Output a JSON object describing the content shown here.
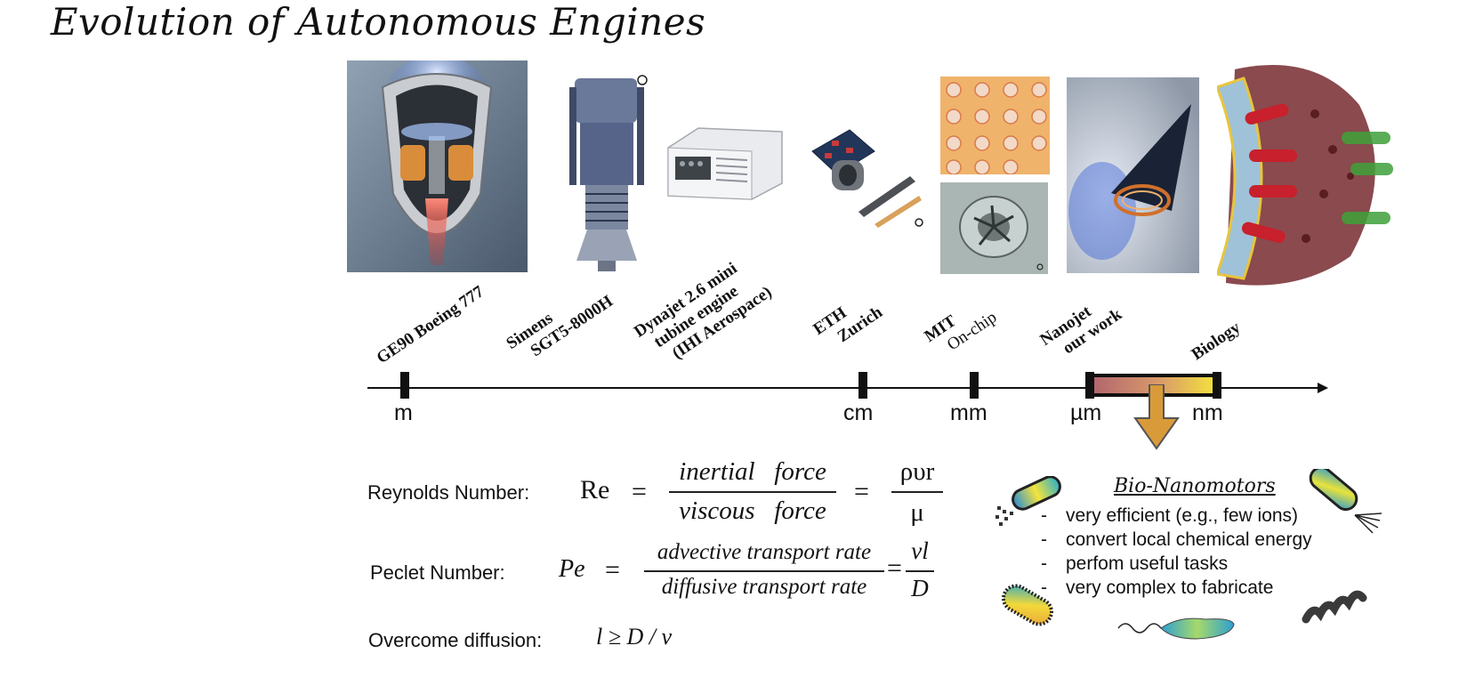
{
  "title": "Evolution of Autonomous Engines",
  "engines": [
    {
      "lines": [
        "GE90 Boeing 777"
      ]
    },
    {
      "lines": [
        "Simens",
        "SGT5-8000H"
      ]
    },
    {
      "lines": [
        "Dynajet 2.6 mini",
        "tubine engine",
        "(IHI Aerospace)"
      ]
    },
    {
      "lines": [
        "ETH",
        "Zurich"
      ]
    },
    {
      "lines": [
        "MIT",
        "On-chip"
      ]
    },
    {
      "lines": [
        "Nanojet",
        "our work"
      ]
    },
    {
      "lines": [
        "Biology"
      ]
    }
  ],
  "scale_units": [
    "m",
    "cm",
    "mm",
    "µm",
    "nm"
  ],
  "equations": {
    "reynolds": {
      "label": "Reynolds Number:",
      "lhs": "Re",
      "eq": "=",
      "num": "inertial   force",
      "den": "viscous   force",
      "eq2": "=",
      "num2": "ρυr",
      "den2": "μ"
    },
    "peclet": {
      "label": "Peclet Number:",
      "lhs": "Pe",
      "eq": "=",
      "num": "advective transport rate",
      "den": "diffusive transport rate",
      "eq2": "=",
      "num2": "vl",
      "den2": "D"
    },
    "diffusion": {
      "label": "Overcome diffusion:",
      "expr": "l ≥ D / v"
    }
  },
  "bio": {
    "heading": "Bio-Nanomotors",
    "items": [
      {
        "dash": "-",
        "text": "very efficient (e.g., few ions)"
      },
      {
        "dash": "-",
        "text": "convert local chemical energy"
      },
      {
        "dash": "-",
        "text": "perfom useful tasks"
      },
      {
        "dash": "-",
        "text": "very complex to fabricate"
      }
    ]
  },
  "colors": {
    "axis": "#111111",
    "arrow_fill": "#d99a3a",
    "scale_bar_start": "#b0636e",
    "scale_bar_end": "#f3e33c"
  }
}
